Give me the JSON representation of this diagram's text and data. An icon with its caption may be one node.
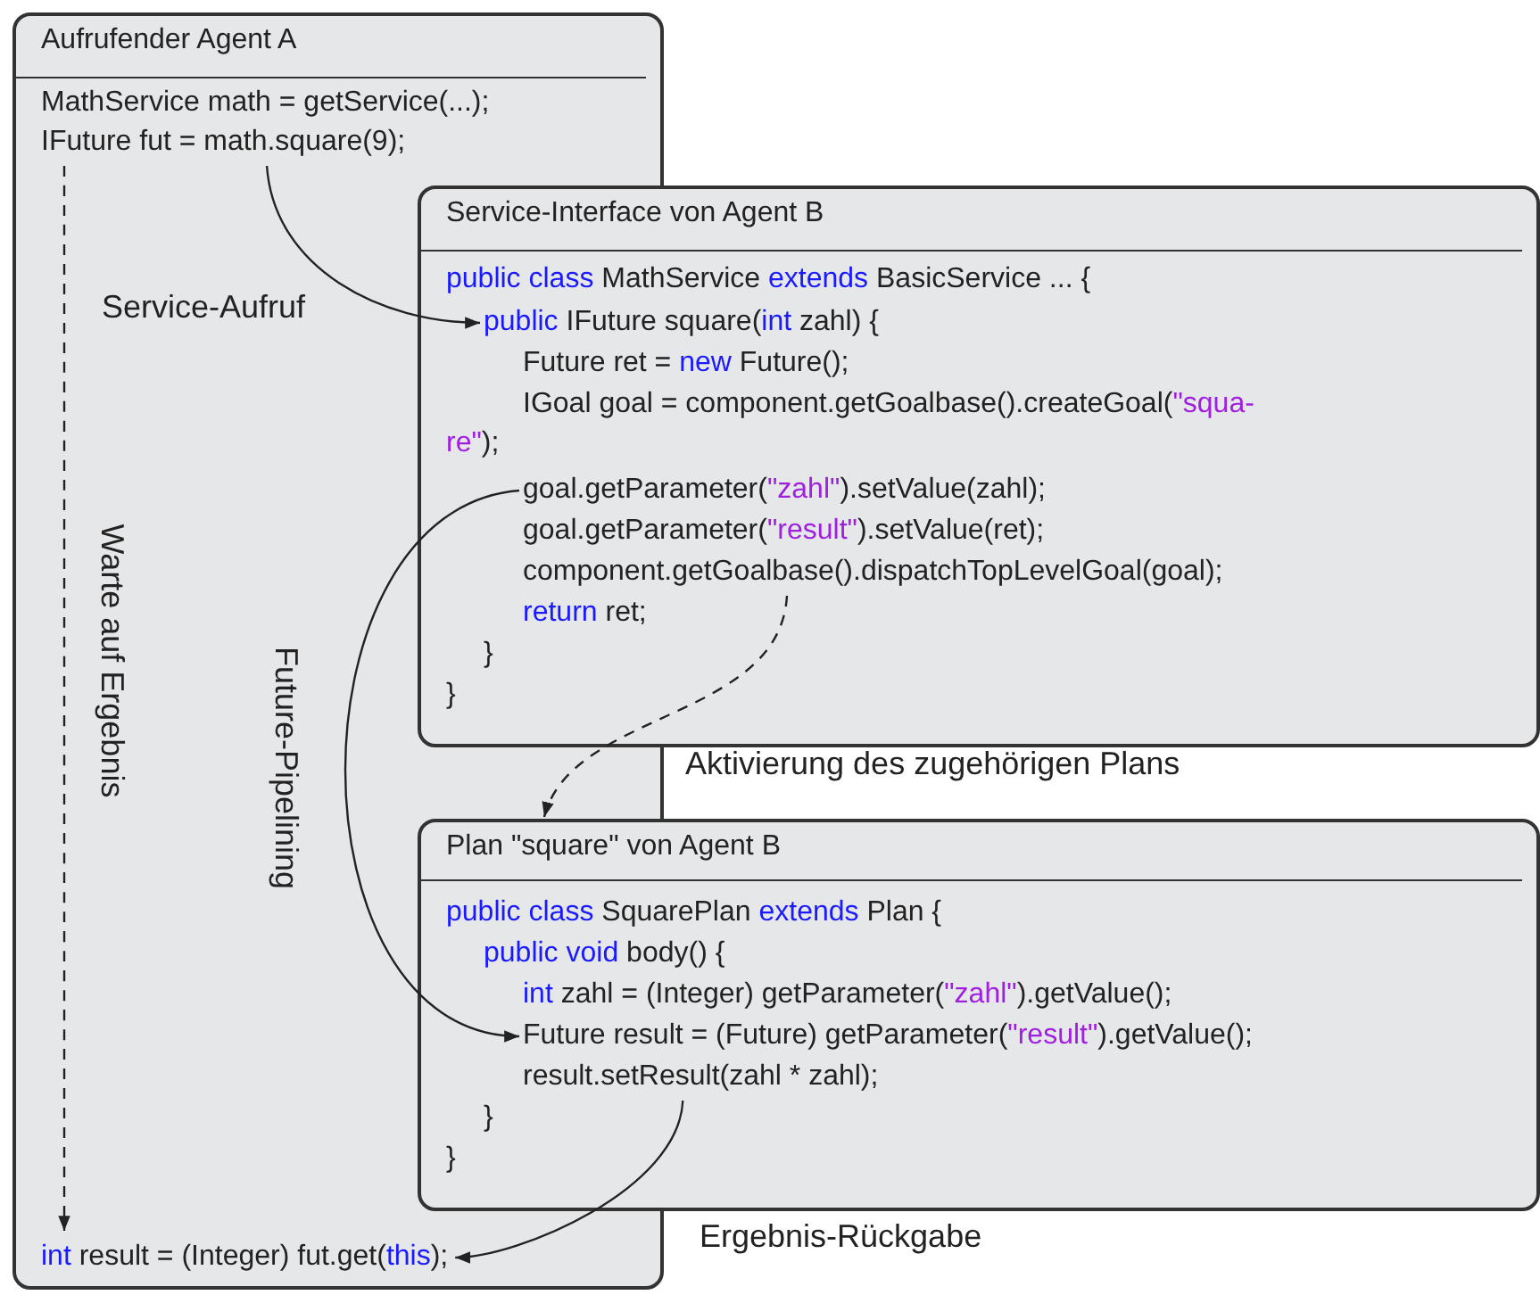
{
  "diagram": {
    "nodes": [
      {
        "text": [
          "Aufrufender Agent A"
        ]
      },
      {
        "text": [
          "MathService math = getService(...);"
        ],
        "in": 0
      },
      {
        "text": [
          "IFuture fut = math.square(9);"
        ],
        "in": 0
      },
      {
        "text": [
          "*int* result = (Integer) fut.get(*this*);"
        ],
        "in": 0
      },
      {
        "text": [
          "Service-Interface von Agent B"
        ]
      },
      {
        "text": [
          "*public class* MathService *extends* BasicService ... {"
        ],
        "in": 4
      },
      {
        "text": [
          "*public* IFuture square(*int* zahl) {"
        ],
        "in": 4
      },
      {
        "text": [
          "Future ret = *new* Future();"
        ],
        "in": 4
      },
      {
        "text": [
          "IGoal goal = component.getGoalbase().createGoal(**\"squa- re\"**);"
        ],
        "in": 4
      },
      {
        "text": [
          "goal.getParameter(**\"zahl\"**).setValue(zahl);"
        ],
        "in": 4
      },
      {
        "text": [
          "goal.getParameter(**\"result\"**).setValue(ret);"
        ],
        "in": 4
      },
      {
        "text": [
          "component.getGoalbase().dispatchTopLevelGoal(goal);"
        ],
        "in": 4
      },
      {
        "text": [
          "*return* ret;"
        ]
      },
      {
        "text": [
          "}"
        ]
      },
      {
        "text": [
          "}"
        ]
      },
      {
        "text": [
          "Plan \"square\" von Agent B"
        ]
      },
      {
        "text": [
          "*public class* SquarePlan *extends* Plan {"
        ],
        "in": 15
      },
      {
        "text": [
          "*public void* body() {"
        ],
        "in": 15
      },
      {
        "text": [
          "*int* zahl = (Integer) getParameter(**\"zahl\"**).getValue();"
        ],
        "in": 15
      },
      {
        "text": [
          "Future result = (Future) getParameter(**\"result\"**).getValue();"
        ],
        "in": 15
      },
      {
        "text": [
          "result.setResult(zahl * zahl);"
        ],
        "in": 15
      },
      {
        "text": [
          "}"
        ]
      },
      {
        "text": [
          "}"
        ]
      }
    ],
    "edges": [
      {
        "from": 2,
        "to": 6,
        "arrow": "to",
        "label": "Service-Aufruf"
      },
      {
        "from": 2,
        "to": 3,
        "arrow": "to",
        "style": "dashed",
        "label": "Warte auf Ergebnis"
      },
      {
        "from": 9,
        "to": 19,
        "arrow": "to",
        "label": "Future-Pipelining"
      },
      {
        "from": 11,
        "to": 15,
        "arrow": "to",
        "style": "dashed",
        "label": "Aktivierung des zugehörigen Plans"
      },
      {
        "from": 20,
        "to": 3,
        "arrow": "to",
        "label": "Ergebnis-Rückgabe"
      }
    ]
  }
}
